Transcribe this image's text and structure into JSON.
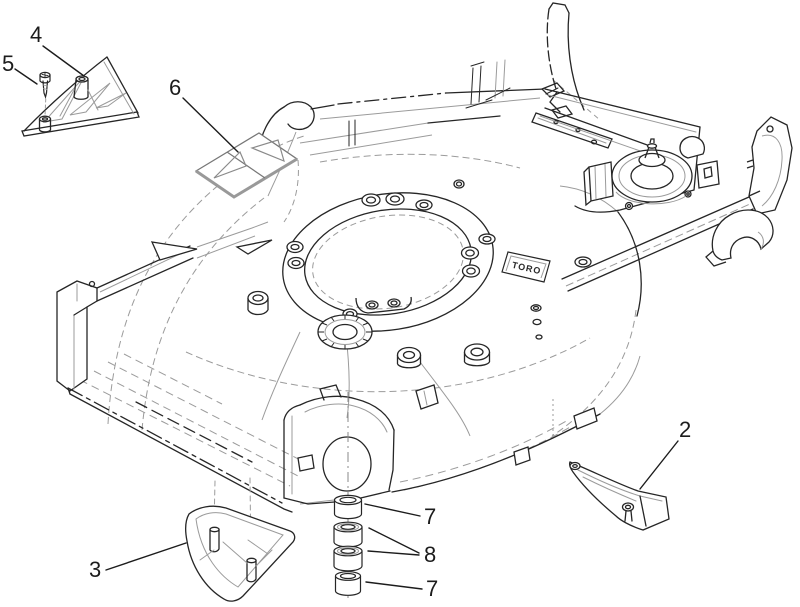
{
  "diagram": {
    "background_color": "#ffffff",
    "line_color": "#262626",
    "hidden_line_color": "#9b9b9b",
    "brand_plate": {
      "text": "TORO"
    },
    "callouts": [
      {
        "id": "callout-2",
        "label": "2"
      },
      {
        "id": "callout-3",
        "label": "3"
      },
      {
        "id": "callout-4",
        "label": "4"
      },
      {
        "id": "callout-5",
        "label": "5"
      },
      {
        "id": "callout-6",
        "label": "6"
      },
      {
        "id": "callout-7-upper",
        "label": "7"
      },
      {
        "id": "callout-8",
        "label": "8"
      },
      {
        "id": "callout-7-lower",
        "label": "7"
      }
    ]
  }
}
